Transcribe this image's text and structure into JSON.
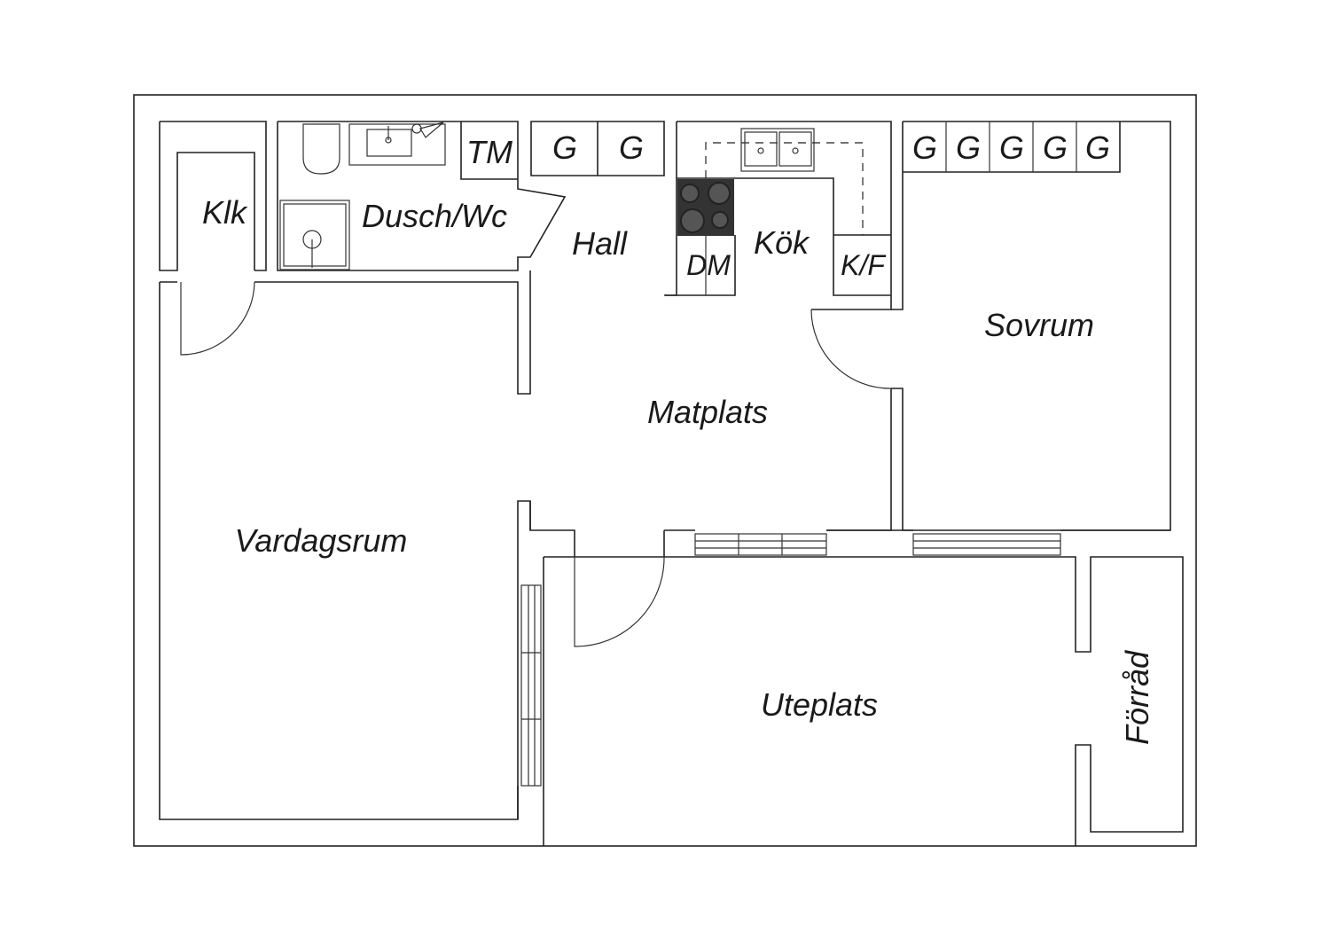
{
  "rooms": {
    "klk": "Klk",
    "dusch_wc": "Dusch/Wc",
    "tm": "TM",
    "hall": "Hall",
    "kok": "Kök",
    "dm": "DM",
    "kf": "K/F",
    "sovrum": "Sovrum",
    "matplats": "Matplats",
    "vardagsrum": "Vardagsrum",
    "uteplats": "Uteplats",
    "forrad": "Förråd"
  },
  "wardrobes": {
    "hall": [
      "G",
      "G"
    ],
    "sovrum": [
      "G",
      "G",
      "G",
      "G",
      "G"
    ]
  },
  "colors": {
    "line": "#222222",
    "stove": "#333333",
    "background": "#ffffff"
  }
}
